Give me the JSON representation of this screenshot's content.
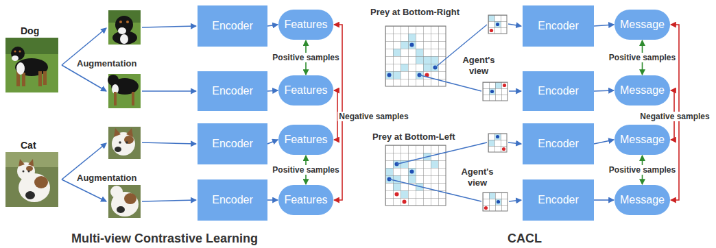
{
  "diagram": {
    "nodes": [
      {
        "text": [
          "Encoder"
        ]
      },
      {
        "text": [
          "Features"
        ]
      },
      {
        "text": [
          "Encoder"
        ]
      },
      {
        "text": [
          "Features"
        ]
      },
      {
        "text": [
          "Encoder"
        ]
      },
      {
        "text": [
          "Features"
        ]
      },
      {
        "text": [
          "Encoder"
        ]
      },
      {
        "text": [
          "Features"
        ]
      },
      {
        "text": [
          "Encoder"
        ]
      },
      {
        "text": [
          "Message"
        ]
      },
      {
        "text": [
          "Encoder"
        ]
      },
      {
        "text": [
          "Message"
        ]
      },
      {
        "text": [
          "Encoder"
        ]
      },
      {
        "text": [
          "Message"
        ]
      },
      {
        "text": [
          "Encoder"
        ]
      },
      {
        "text": [
          "Message"
        ]
      }
    ],
    "edges": [
      {
        "from": 0,
        "to": 1,
        "arrow": "to"
      },
      {
        "from": 2,
        "to": 3,
        "arrow": "to"
      },
      {
        "from": 4,
        "to": 5,
        "arrow": "to"
      },
      {
        "from": 6,
        "to": 7,
        "arrow": "to"
      },
      {
        "from": 1,
        "to": 3,
        "label": "Positive samples",
        "arrow": "both"
      },
      {
        "from": 5,
        "to": 7,
        "label": "Positive samples",
        "arrow": "both"
      },
      {
        "from": 3,
        "to": 5,
        "label": "Negative samples",
        "arrow": "both"
      },
      {
        "from": 1,
        "to": 7,
        "arrow": "both"
      },
      {
        "from": 8,
        "to": 9,
        "arrow": "to"
      },
      {
        "from": 10,
        "to": 11,
        "arrow": "to"
      },
      {
        "from": 12,
        "to": 13,
        "arrow": "to"
      },
      {
        "from": 14,
        "to": 15,
        "arrow": "to"
      },
      {
        "from": 9,
        "to": 11,
        "label": "Positive samples",
        "arrow": "both"
      },
      {
        "from": 13,
        "to": 15,
        "label": "Positive samples",
        "arrow": "both"
      },
      {
        "from": 11,
        "to": 13,
        "label": "Negative samples",
        "arrow": "both"
      },
      {
        "from": 9,
        "to": 15,
        "arrow": "both"
      }
    ],
    "labels": [
      "Dog",
      "Augmentation",
      "Cat",
      "Augmentation",
      "Prey at Bottom-Right",
      "Agent's view",
      "Prey at Bottom-Left",
      "Agent's view",
      "Multi-view Contrastive Learning",
      "CACL"
    ]
  }
}
